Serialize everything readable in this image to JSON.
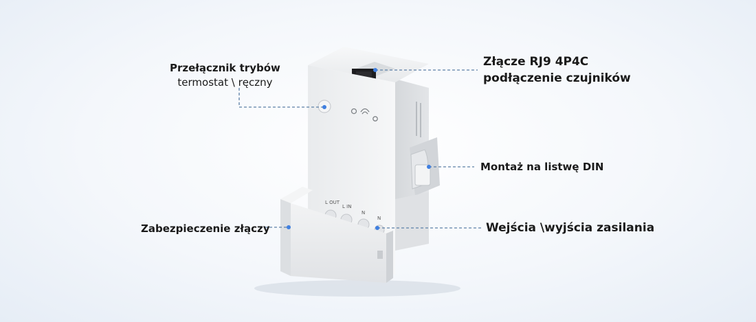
{
  "callouts": {
    "mode_switch": {
      "title": "Przełącznik trybów",
      "subtitle": "termostat \\ ręczny"
    },
    "rj9": {
      "line1": "Złącze RJ9 4P4C",
      "line2": "podłączenie czujników"
    },
    "din": {
      "label": "Montaż na listwę DIN"
    },
    "cover": {
      "label": "Zabezpieczenie złączy"
    },
    "power": {
      "label": "Wejścia \\wyjścia zasilania"
    }
  },
  "terminals": {
    "t1": "L OUT",
    "t2": "L IN",
    "t3": "N",
    "t4": "N"
  },
  "colors": {
    "leader": "#5b7fa6",
    "dot": "#3f7fe0",
    "device": "#eceef0"
  }
}
